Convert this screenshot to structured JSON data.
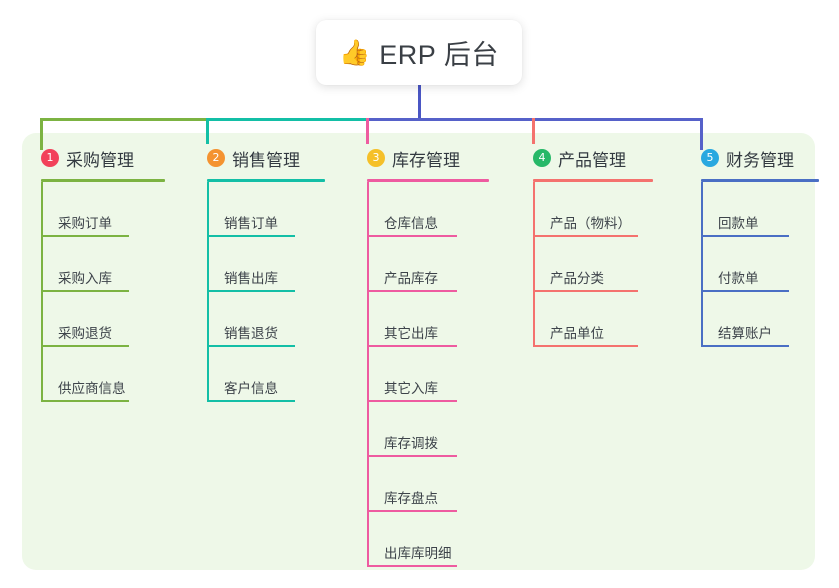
{
  "root": {
    "emoji": "👍",
    "emoji_name": "thumbs-up-emoji",
    "title": "ERP 后台"
  },
  "theme": {
    "page_background": "#ffffff",
    "panel_background": "#eef8e8",
    "card_background": "#ffffff",
    "text_color": "#333a41",
    "root_drop_line": "#4a56c4"
  },
  "bus": {
    "segments": [
      {
        "name": "green-segment",
        "color": "#7cb342"
      },
      {
        "name": "teal-segment",
        "color": "#13bfa6"
      },
      {
        "name": "blue-segment",
        "color": "#5661c9"
      }
    ]
  },
  "columns": [
    {
      "number": "1",
      "title": "采购管理",
      "badge_color": "#f2415a",
      "line_color": "#7cb342",
      "stub_color": "#7cb342",
      "rule_width": 124,
      "leaf_rule_width": 88,
      "items": [
        "采购订单",
        "采购入库",
        "采购退货",
        "供应商信息"
      ]
    },
    {
      "number": "2",
      "title": "销售管理",
      "badge_color": "#f49330",
      "line_color": "#13bfa6",
      "stub_color": "#13bfa6",
      "rule_width": 118,
      "leaf_rule_width": 88,
      "items": [
        "销售订单",
        "销售出库",
        "销售退货",
        "客户信息"
      ]
    },
    {
      "number": "3",
      "title": "库存管理",
      "badge_color": "#f5c029",
      "line_color": "#ee5ba0",
      "stub_color": "#ee5ba0",
      "rule_width": 122,
      "leaf_rule_width": 90,
      "items": [
        "仓库信息",
        "产品库存",
        "其它出库",
        "其它入库",
        "库存调拨",
        "库存盘点",
        "出库库明细"
      ]
    },
    {
      "number": "4",
      "title": "产品管理",
      "badge_color": "#27b868",
      "line_color": "#f4726e",
      "stub_color": "#f4726e",
      "rule_width": 120,
      "leaf_rule_width": 105,
      "items": [
        "产品（物料）",
        "产品分类",
        "产品单位"
      ]
    },
    {
      "number": "5",
      "title": "财务管理",
      "badge_color": "#29a8e0",
      "line_color": "#4a6fc4",
      "stub_color": "#4a6fc4",
      "rule_width": 118,
      "leaf_rule_width": 88,
      "items": [
        "回款单",
        "付款单",
        "结算账户"
      ]
    }
  ]
}
